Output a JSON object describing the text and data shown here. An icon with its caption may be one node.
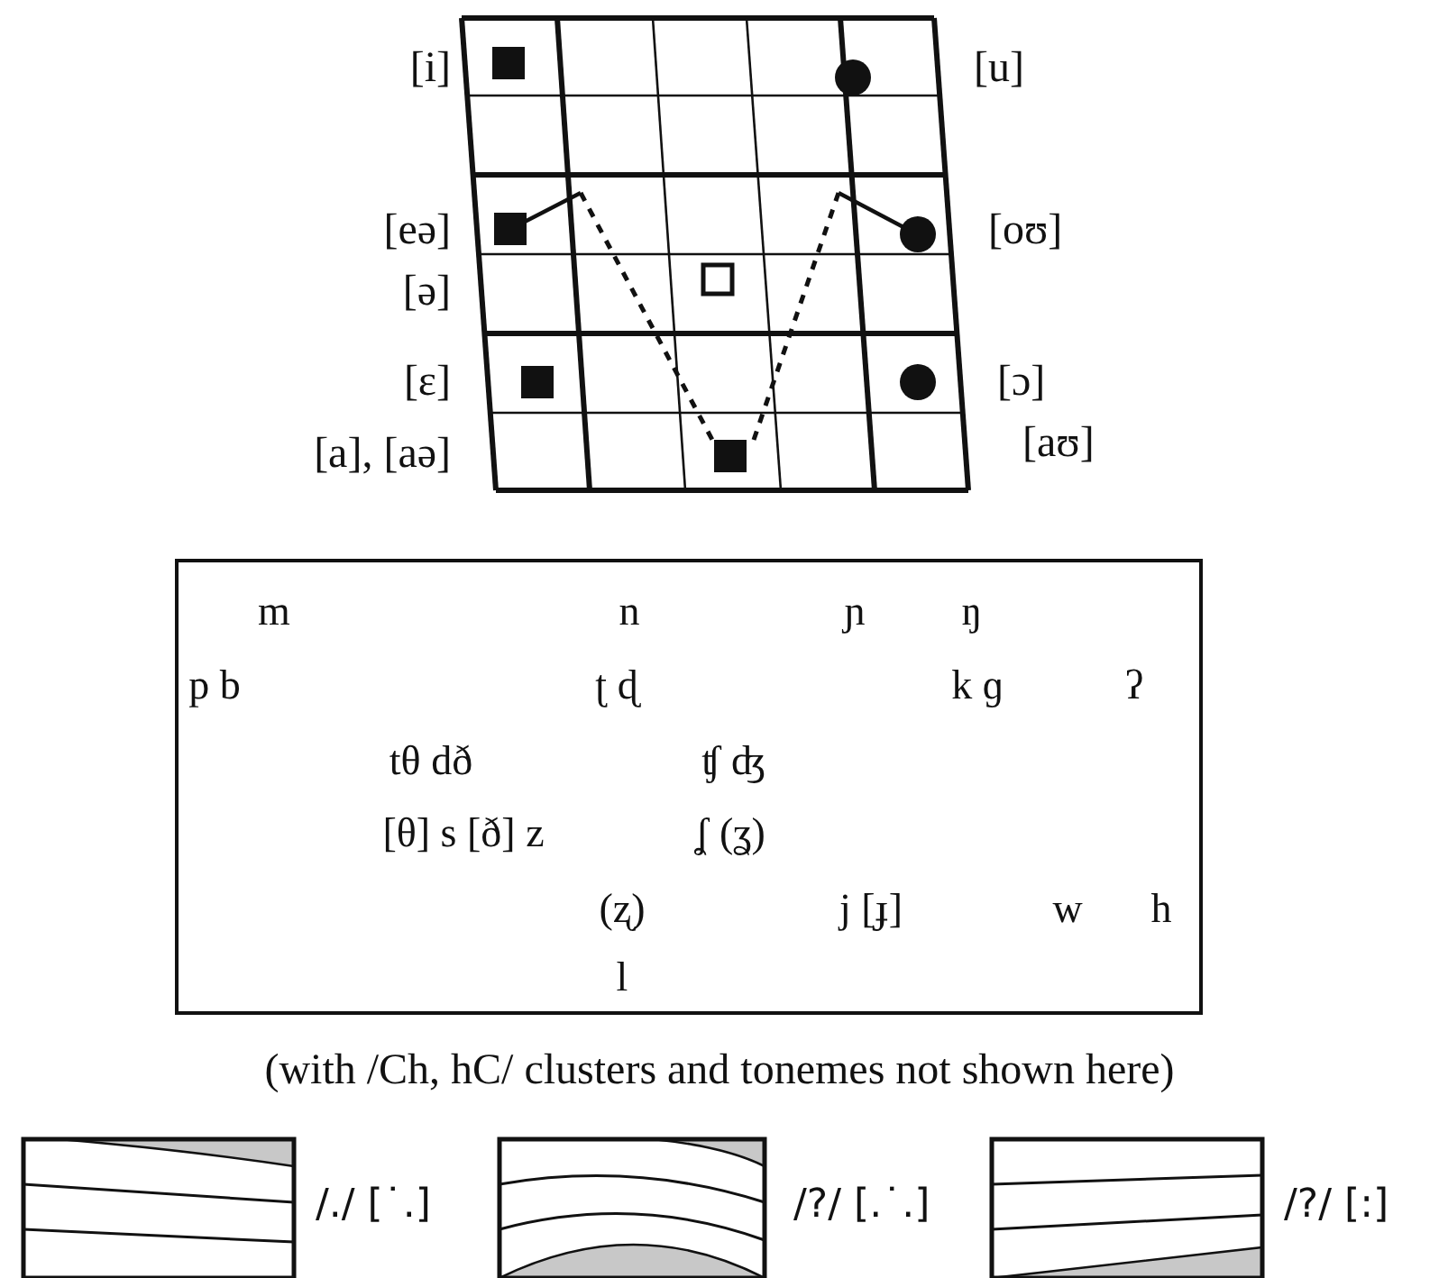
{
  "diagram": {
    "caption": "(with /Ch, hC/ clusters and tonemes not shown here)",
    "nodes": [
      {
        "text": [
          "m",
          "n",
          "ɲ",
          "ŋ",
          "p b",
          "ʈ ɖ",
          "k ɡ",
          "ʔ",
          "tθ dð",
          "ʧ ʤ",
          "[θ] s [ð] z",
          "ʆ (ʓ)",
          "(ʐ)",
          "j [ɟ]",
          "w",
          "h",
          "l"
        ]
      }
    ],
    "labels": [
      "[i]",
      "[u]",
      "[eə]",
      "[oʊ]",
      "[ə]",
      "[ɛ]",
      "[ɔ]",
      "[a], [aə]",
      "[aʊ]",
      "/./ [˙.]",
      "/?/ [.˙.]",
      "/?/ [:]"
    ]
  }
}
